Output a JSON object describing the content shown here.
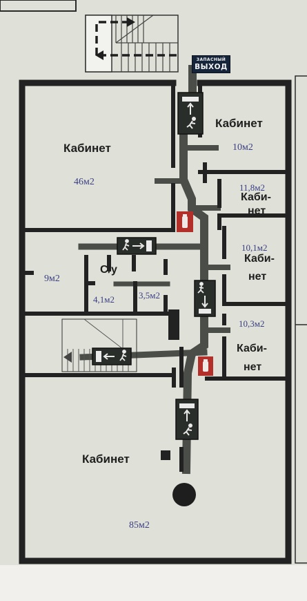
{
  "exit_sign": {
    "line1": "ЗАПАСНЫЙ",
    "line2": "ВЫХОД"
  },
  "rooms": {
    "top_left": {
      "name": "Кабинет",
      "area": "46м2"
    },
    "top_right": {
      "name": "Кабинет",
      "area": "10м2"
    },
    "right_2": {
      "name_line1": "Каби-",
      "name_line2": "нет",
      "area": "11,8м2"
    },
    "right_3": {
      "name_line1": "Каби-",
      "name_line2": "нет",
      "area": "10,1м2"
    },
    "right_4": {
      "name_line1": "Каби-",
      "name_line2": "нет",
      "area": "10,3м2"
    },
    "left_small": {
      "area": "9м2"
    },
    "wc": {
      "name": "С/у",
      "area": "4,1м2"
    },
    "storage": {
      "area": "3,5м2"
    },
    "bottom": {
      "name": "Кабинет",
      "area": "85м2"
    }
  },
  "colors": {
    "wall": "#222222",
    "floor": "#dfe0d8",
    "route": "#4a4d48",
    "room_area_text": "#3a3f84",
    "exit_sign_bg": "#16253a",
    "extinguisher": "#b3302a"
  },
  "icons": [
    "exit-sign-icon",
    "running-man-icon",
    "fire-extinguisher-icon",
    "staircase-icon",
    "arrow-icon"
  ]
}
